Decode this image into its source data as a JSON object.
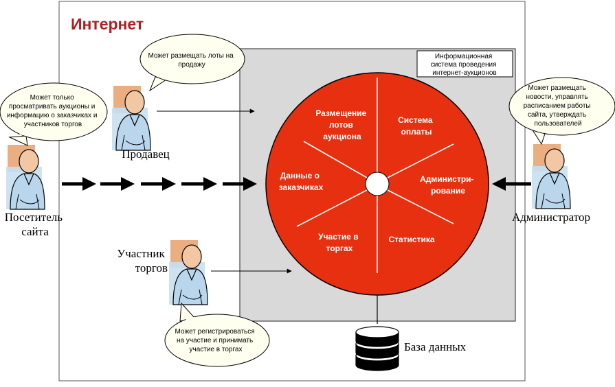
{
  "title": "Интернет",
  "system_label": [
    "Информационная",
    "система проведения",
    "интернет-аукционов"
  ],
  "sectors": {
    "lots": [
      "Размещение",
      "лотов",
      "аукциона"
    ],
    "payment": [
      "Система",
      "оплаты"
    ],
    "admin": [
      "Администри-",
      "рование"
    ],
    "stats": [
      "Статистика"
    ],
    "trading": [
      "Участие в",
      "торгах"
    ],
    "customers": [
      "Данные о",
      "заказчиках"
    ]
  },
  "actors": {
    "visitor": {
      "name": [
        "Посетитель",
        "сайта"
      ],
      "bubble": [
        "Может только",
        "просматривать аукционы и",
        "информацию о заказчиках и",
        "участников торгов"
      ]
    },
    "seller": {
      "name": [
        "Продавец"
      ],
      "bubble": [
        "Может размещать лоты на",
        "продажу"
      ]
    },
    "participant": {
      "name": [
        "Участник",
        "торгов"
      ],
      "bubble": [
        "Может регистрироваться",
        "на участие и принимать",
        "участие в торгах"
      ]
    },
    "admin": {
      "name": [
        "Администратор"
      ],
      "bubble": [
        "Может размещать",
        "новости, управлять",
        "расписанием работы",
        "сайта, утверждать",
        "пользователей"
      ]
    }
  },
  "database": {
    "label": "База данных"
  },
  "colors": {
    "title": "#b01e23",
    "circle": "#e6300f",
    "system_bg": "#d9d9d9",
    "bubble": "#fffff0",
    "person_blue": "#b9d6ec",
    "person_orange": "#e8a06a"
  }
}
